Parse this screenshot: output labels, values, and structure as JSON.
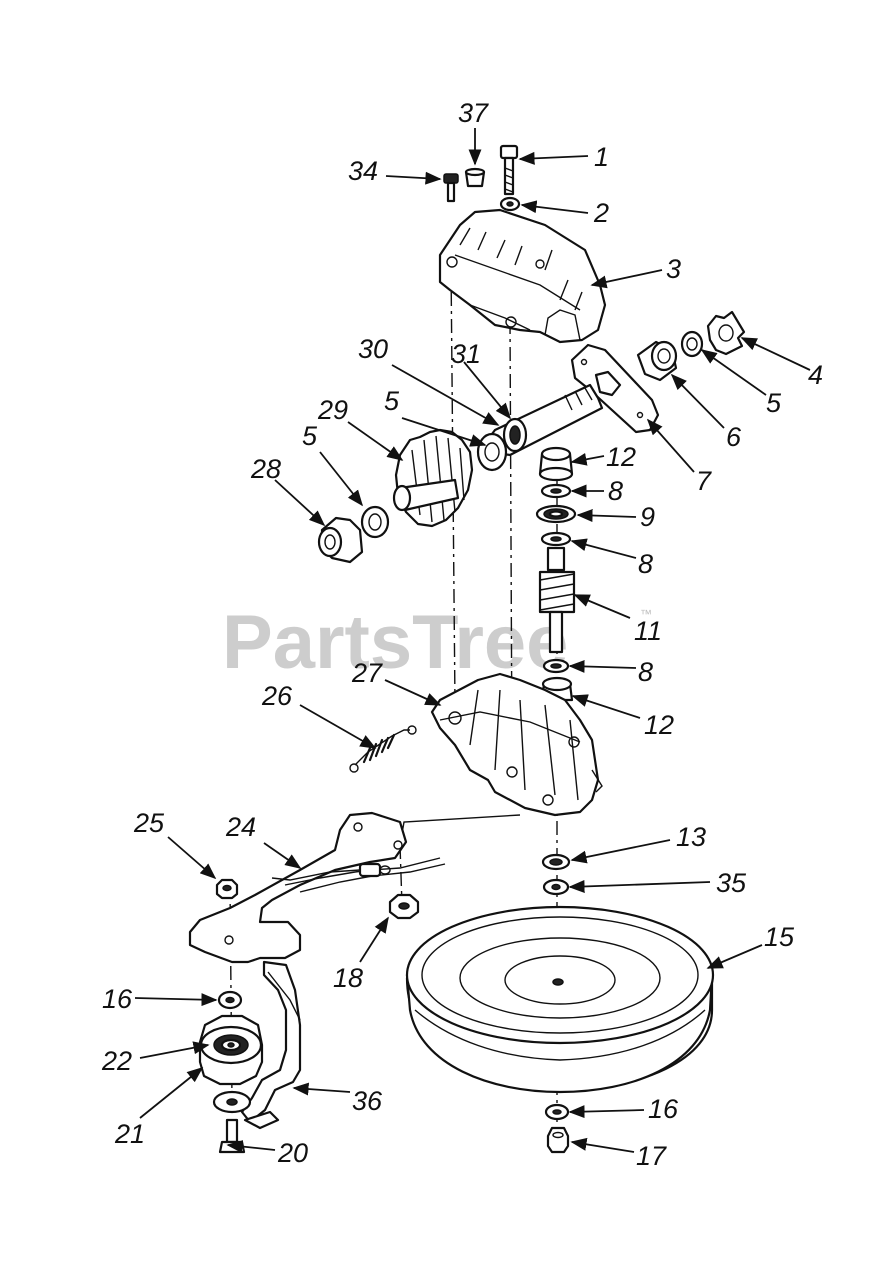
{
  "watermark": {
    "text": "PartsTree",
    "trademark": "™"
  },
  "callouts": {
    "c1": "1",
    "c2": "2",
    "c3": "3",
    "c4": "4",
    "c5a": "5",
    "c5b": "5",
    "c5c": "5",
    "c6": "6",
    "c7": "7",
    "c8a": "8",
    "c8b": "8",
    "c8c": "8",
    "c9": "9",
    "c11": "11",
    "c12a": "12",
    "c12b": "12",
    "c13": "13",
    "c15": "15",
    "c16a": "16",
    "c16b": "16",
    "c17": "17",
    "c18": "18",
    "c20": "20",
    "c21": "21",
    "c22": "22",
    "c24": "24",
    "c25": "25",
    "c26": "26",
    "c27": "27",
    "c28": "28",
    "c29": "29",
    "c30": "30",
    "c31": "31",
    "c34": "34",
    "c35": "35",
    "c36": "36",
    "c37": "37"
  }
}
